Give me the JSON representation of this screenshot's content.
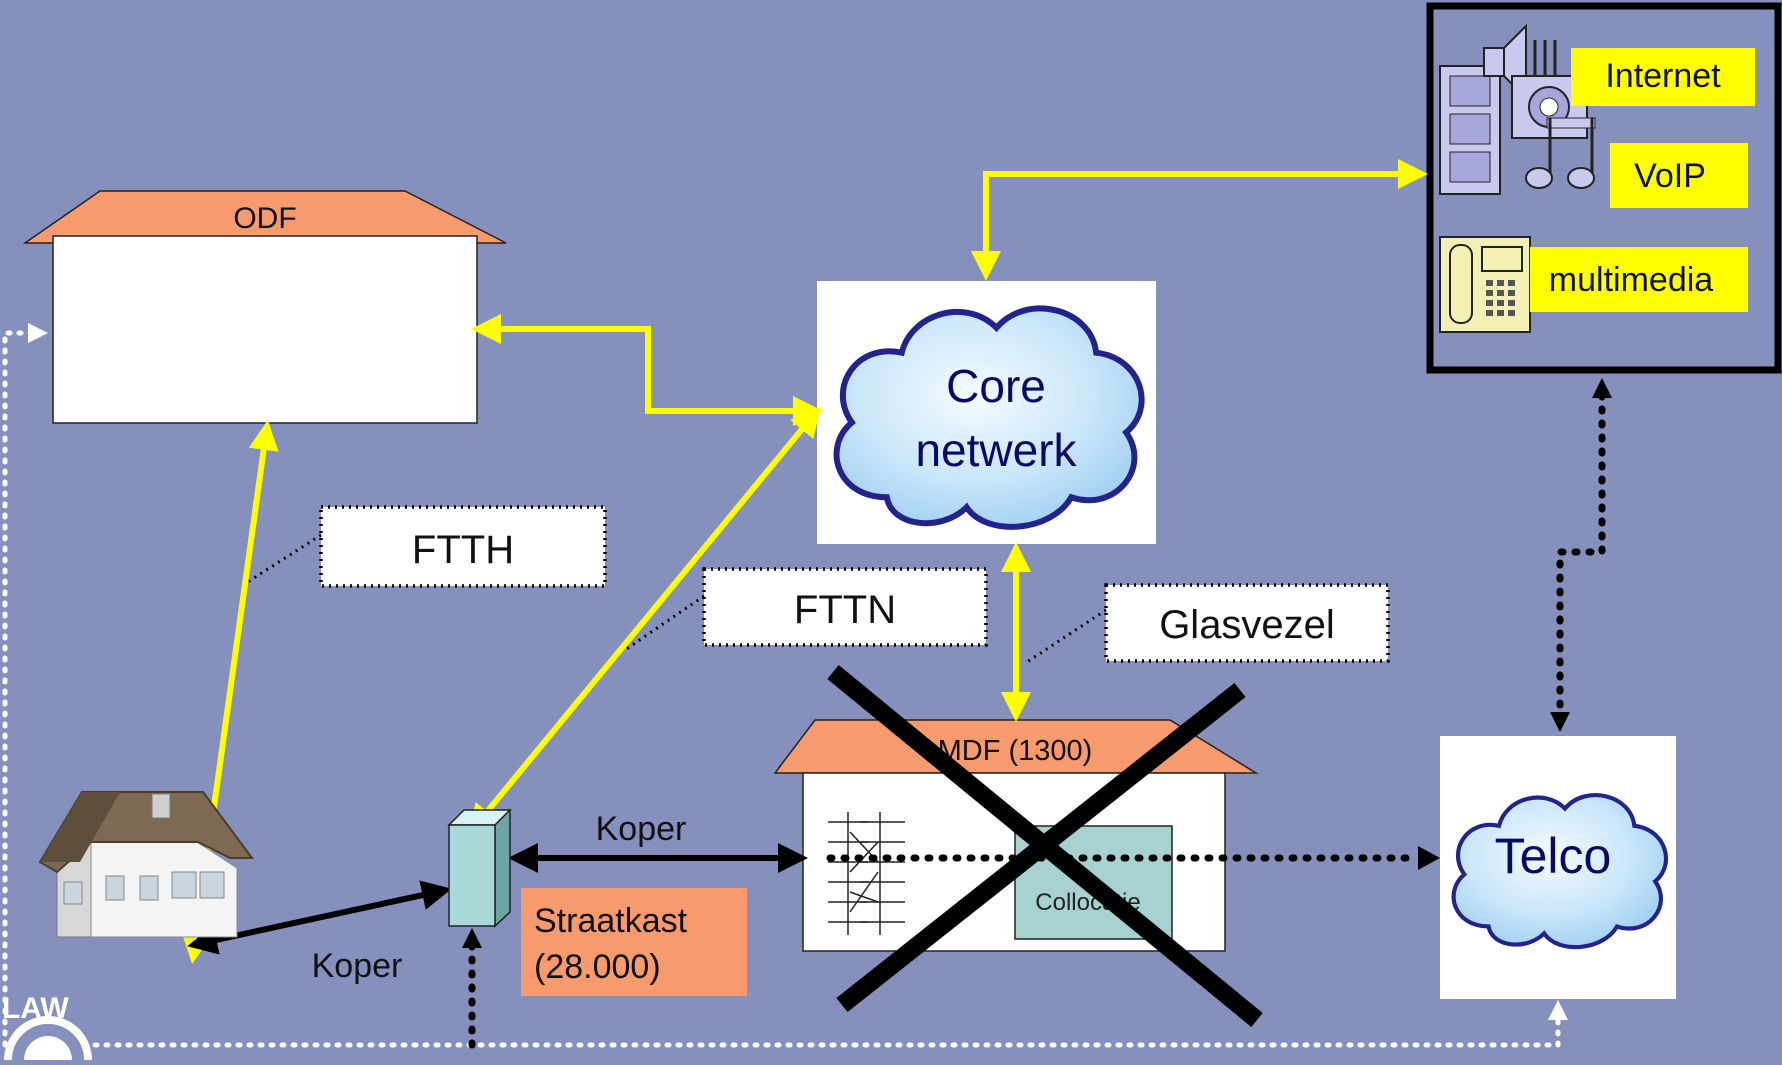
{
  "labels": {
    "odf": "ODF",
    "mdf": "MDF (1300)",
    "core": [
      "Core",
      "netwerk"
    ],
    "telco": "Telco",
    "ftth": "FTTH",
    "fttn": "FTTN",
    "glasvezel": "Glasvezel",
    "koper_top": "Koper",
    "koper_bottom": "Koper",
    "straatkast": [
      "Straatkast",
      "(28.000)"
    ],
    "collocatie": "Collocatie",
    "services": [
      "Internet",
      "VoIP",
      "multimedia"
    ],
    "logo": "LAW"
  },
  "colors": {
    "background": "#8590bd",
    "fiber": "#ffff00",
    "copper": "#000000",
    "roof": "#f79a6e",
    "service_label": "#ffff00",
    "cloud_text": "#0a0a66",
    "straatkast_box": "#f79a6e",
    "collocatie_box": "#a8d2d2"
  },
  "icons": [
    "house-icon",
    "street-cabinet-icon",
    "film-icon",
    "speaker-icon",
    "camera-icon",
    "music-note-icon",
    "telephone-icon",
    "cloud-icon",
    "logo-seal-icon"
  ]
}
